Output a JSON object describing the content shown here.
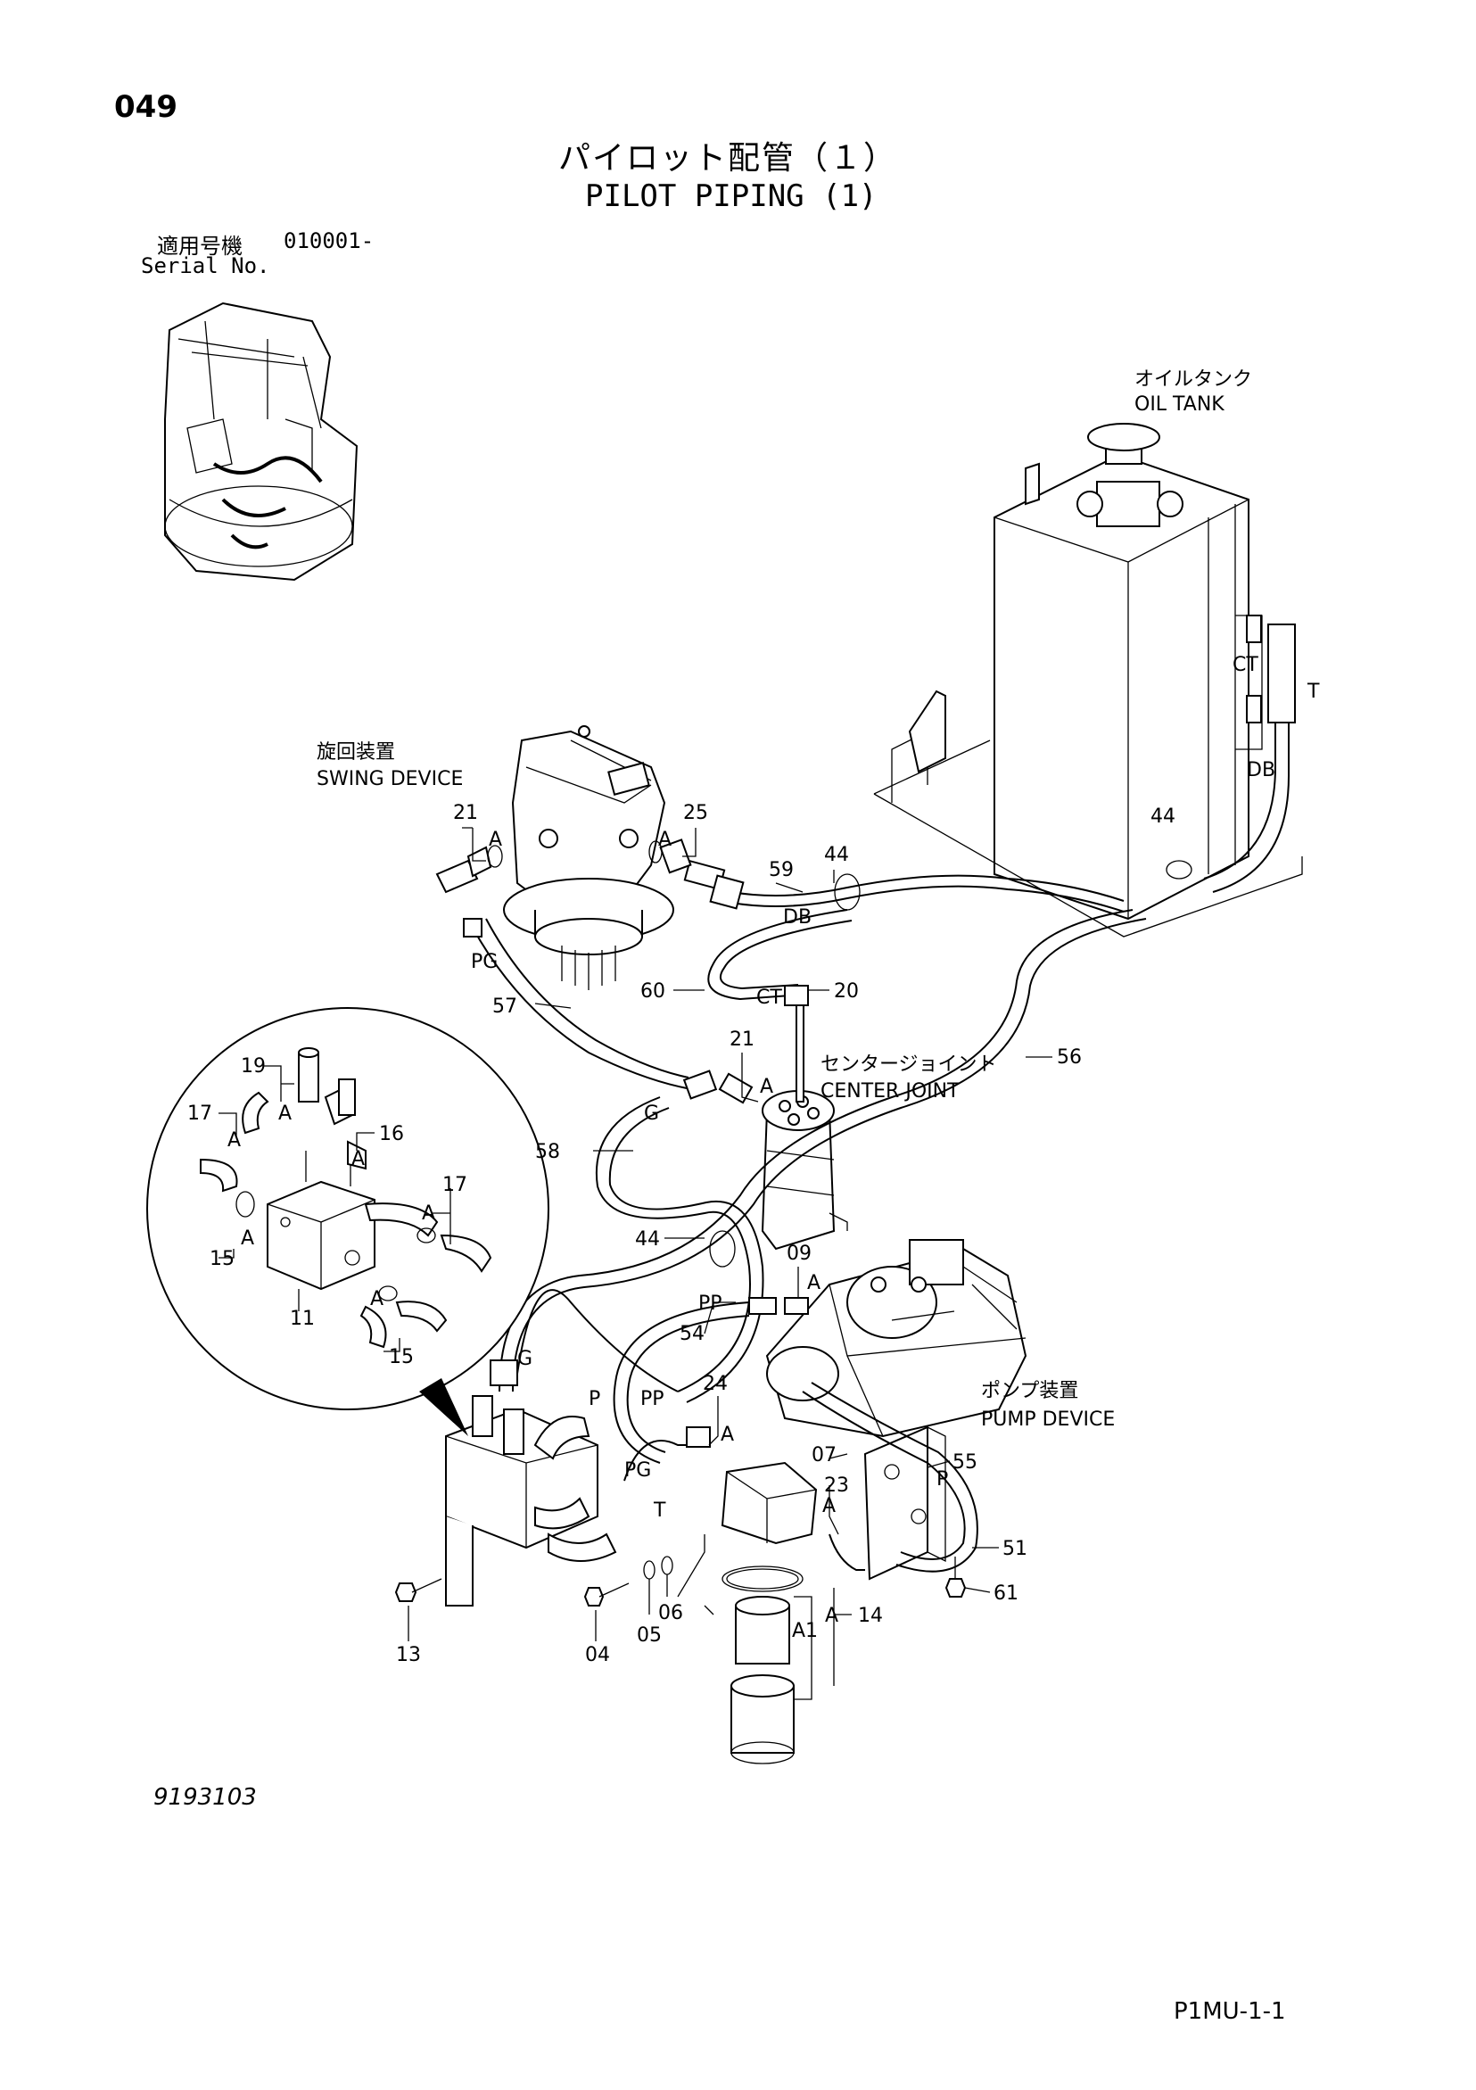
{
  "header": {
    "page_number": "049",
    "title_jp": "パイロット配管（１）",
    "title_en": "PILOT PIPING (1)",
    "serial_label_jp": "適用号機",
    "serial_value": "010001-",
    "serial_label_en": "Serial No."
  },
  "components": {
    "oil_tank_jp": "オイルタンク",
    "oil_tank_en": "OIL TANK",
    "swing_device_jp": "旋回装置",
    "swing_device_en": "SWING DEVICE",
    "center_joint_jp": "センタージョイント",
    "center_joint_en": "CENTER JOINT",
    "pump_device_jp": "ポンプ装置",
    "pump_device_en": "PUMP DEVICE"
  },
  "part_numbers": {
    "p21a": "21",
    "p25": "25",
    "p59": "59",
    "p44a": "44",
    "p44b": "44",
    "p44c": "44",
    "p60": "60",
    "p20": "20",
    "p57": "57",
    "p21b": "21",
    "p56": "56",
    "p58": "58",
    "p09": "09",
    "p54": "54",
    "p24": "24",
    "p07": "07",
    "p23": "23",
    "p55": "55",
    "p51": "51",
    "p61": "61",
    "p13": "13",
    "p04": "04",
    "p05": "05",
    "p06": "06",
    "p14": "14",
    "p19": "19",
    "p17a": "17",
    "p16": "16",
    "p17b": "17",
    "p15a": "15",
    "p11": "11",
    "p15b": "15"
  },
  "port_labels": {
    "CT": "CT",
    "T": "T",
    "DB": "DB",
    "PG": "PG",
    "G": "G",
    "PP": "PP",
    "P": "P",
    "A": "A",
    "A1": "A1"
  },
  "footer": {
    "doc_id": "9193103",
    "page_code": "P1MU-1-1"
  }
}
